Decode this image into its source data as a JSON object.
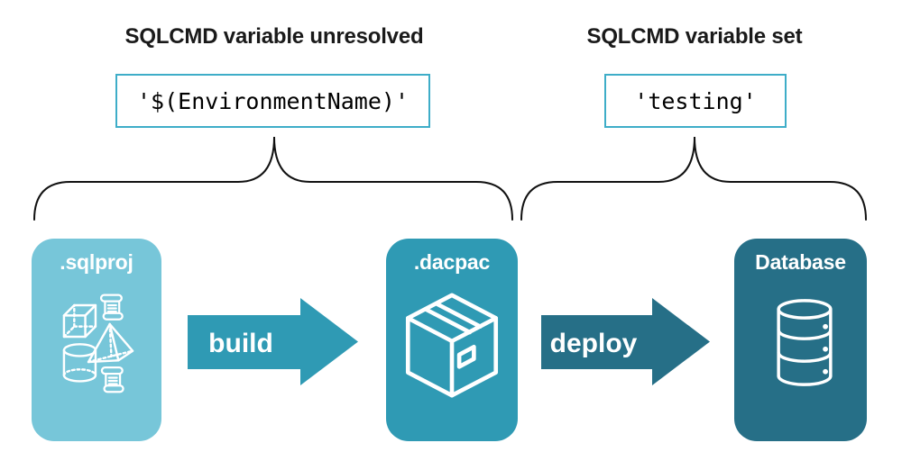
{
  "headings": {
    "unresolved": "SQLCMD variable unresolved",
    "set": "SQLCMD variable set"
  },
  "code": {
    "unresolved": "'$(EnvironmentName)'",
    "set": "'testing'"
  },
  "pipeline": {
    "nodes": [
      {
        "id": "sqlproj",
        "label": ".sqlproj",
        "color": "#77C6D9",
        "icons": [
          "scroll-icon",
          "cube-icon",
          "pyramid-icon",
          "cylinder-icon",
          "scroll-icon"
        ]
      },
      {
        "id": "dacpac",
        "label": ".dacpac",
        "color": "#2F9AB4",
        "icons": [
          "package-icon"
        ]
      },
      {
        "id": "database",
        "label": "Database",
        "color": "#266F87",
        "icons": [
          "database-icon"
        ]
      }
    ],
    "arrows": [
      {
        "label": "build",
        "color": "#2F9AB4"
      },
      {
        "label": "deploy",
        "color": "#266F87"
      }
    ]
  },
  "colors": {
    "background": "#FFFFFF",
    "code_box_border": "#3EADC8",
    "heading_text": "#1A1A1A",
    "code_text": "#000000",
    "brace": "#111111",
    "node_text": "#FFFFFF",
    "icon_stroke": "#FFFFFF"
  }
}
